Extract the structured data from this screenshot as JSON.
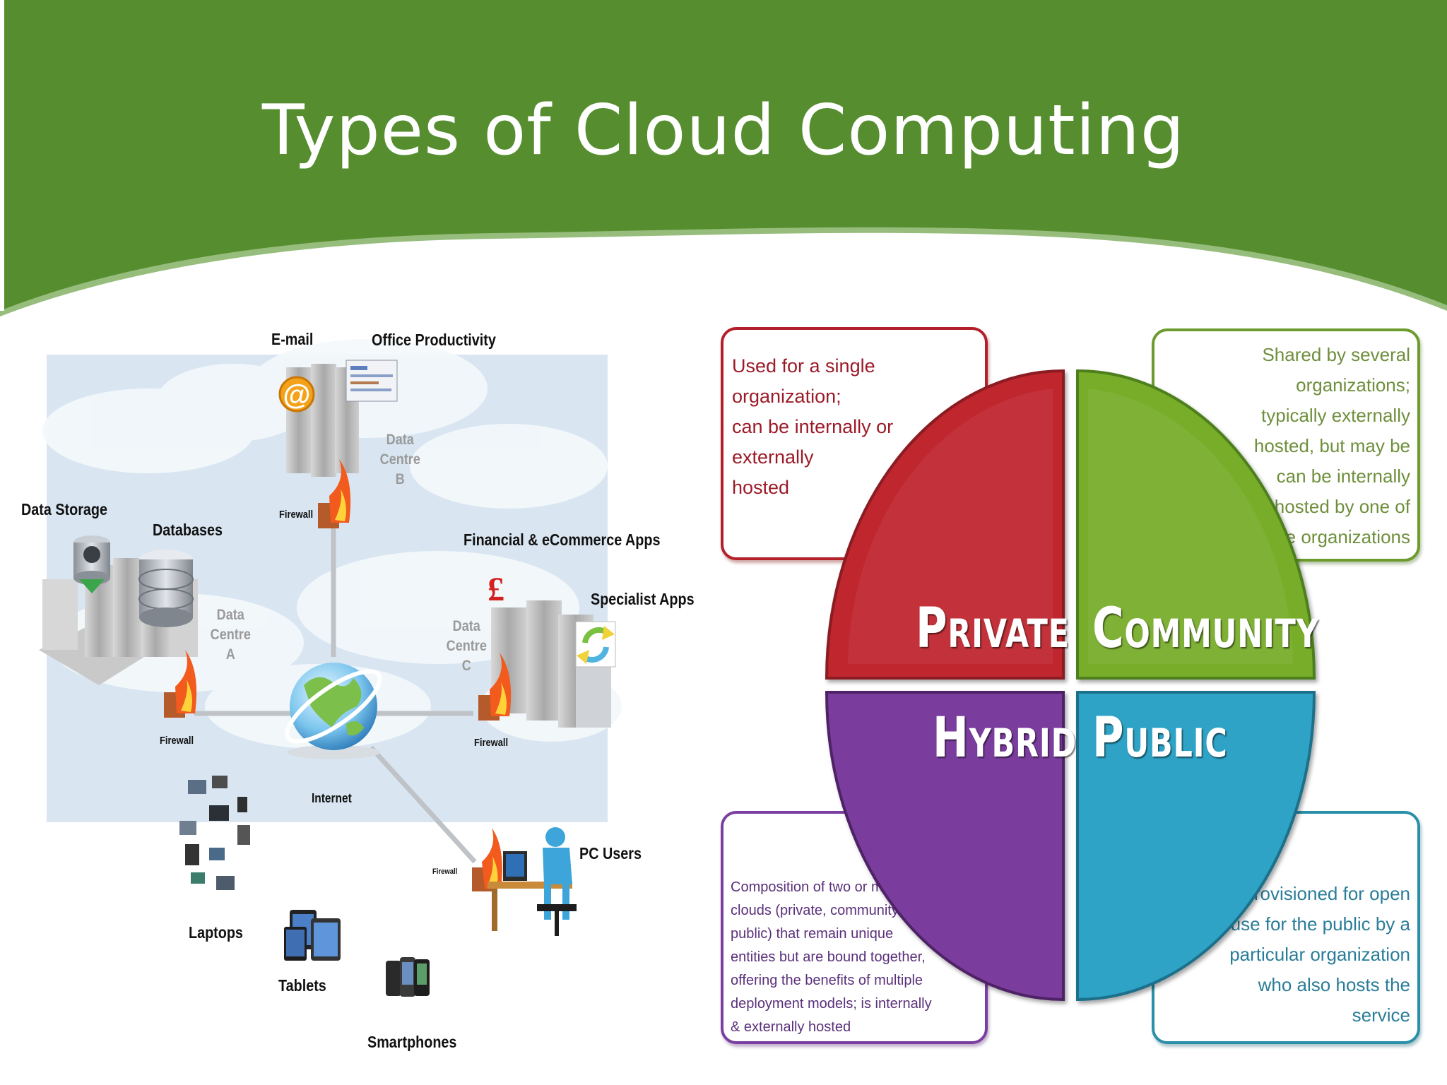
{
  "slide": {
    "title": "Types of Cloud Computing",
    "header_color": "#568d2f"
  },
  "network": {
    "labels": {
      "email": "E-mail",
      "office": "Office Productivity",
      "data_storage": "Data Storage",
      "databases": "Databases",
      "financial": "Financial & eCommerce Apps",
      "specialist": "Specialist Apps",
      "firewall": "Firewall",
      "internet": "Internet",
      "pc_users": "PC Users",
      "laptops": "Laptops",
      "tablets": "Tablets",
      "smartphones": "Smartphones"
    },
    "data_centre_a": [
      "Data",
      "Centre",
      "A"
    ],
    "data_centre_b": [
      "Data",
      "Centre",
      "B"
    ],
    "data_centre_c": [
      "Data",
      "Centre",
      "C"
    ],
    "currency_symbol": "£",
    "email_symbol": "@"
  },
  "cloud_types": {
    "private": {
      "label": "Private",
      "color": "#c0252e",
      "lines": [
        "Used for a single organization;",
        "can be internally or externally",
        "hosted"
      ]
    },
    "community": {
      "label": "Community",
      "color": "#78ad2c",
      "lines": [
        "Shared by several",
        "organizations;",
        "typically externally",
        "hosted, but may be",
        "can be internally",
        "hosted by one of",
        "the organizations"
      ]
    },
    "hybrid": {
      "label": "Hybrid",
      "color": "#7a3e9d",
      "lines": [
        "Composition of two or more",
        "clouds (private, community or",
        "public) that remain unique",
        "entities but are bound together,",
        "offering the benefits of multiple",
        "deployment models; is internally",
        "& externally hosted"
      ]
    },
    "public": {
      "label": "Public",
      "color": "#2ea3c6",
      "lines": [
        "Provisioned for open",
        "use for the public by a",
        "particular organization",
        "who also hosts the",
        "service"
      ]
    }
  }
}
